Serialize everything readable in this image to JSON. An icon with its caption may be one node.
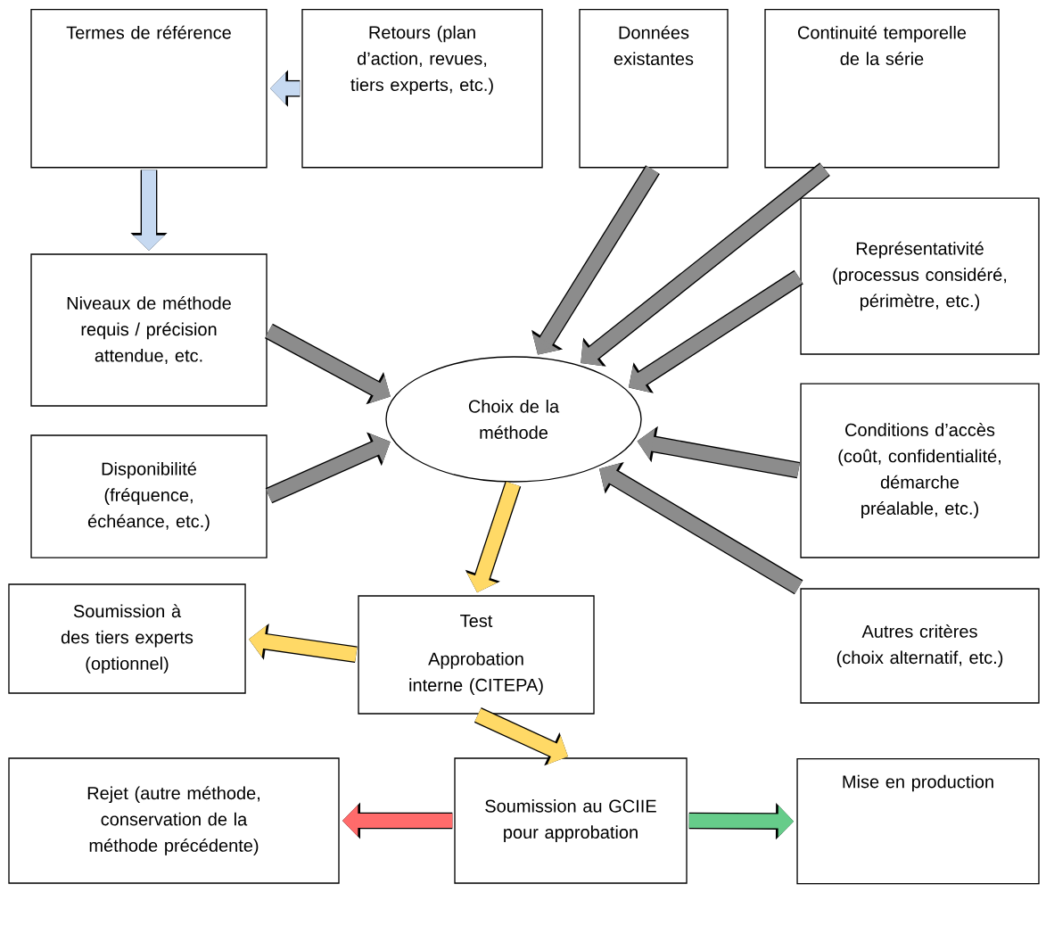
{
  "diagram": {
    "nodes": [
      {
        "text": [
          "Termes de référence"
        ]
      },
      {
        "text": [
          "Retours (plan d’action, revues, tiers experts, etc.)"
        ]
      },
      {
        "text": [
          "Données existantes"
        ]
      },
      {
        "text": [
          "Continuité temporelle de la série"
        ]
      },
      {
        "text": [
          "Niveaux de méthode requis / précision attendue, etc."
        ]
      },
      {
        "text": [
          "Représentativité (processus considéré, périmètre, etc.)"
        ]
      },
      {
        "text": [
          "Choix de la méthode"
        ]
      },
      {
        "text": [
          "Disponibilité (fréquence, échéance, etc.)"
        ]
      },
      {
        "text": [
          "Conditions d’accès (coût, confidentialité, démarche préalable, etc.)"
        ]
      },
      {
        "text": [
          "Soumission à des tiers experts (optionnel)"
        ]
      },
      {
        "text": [
          "Test",
          "Approbation interne (CITEPA)"
        ]
      },
      {
        "text": [
          "Autres critères (choix alternatif, etc.)"
        ]
      },
      {
        "text": [
          "Rejet (autre méthode, conservation de la méthode précédente)"
        ]
      },
      {
        "text": [
          "Soumission au GCIIE pour approbation"
        ]
      },
      {
        "text": [
          "Mise en production"
        ]
      }
    ],
    "edges": [
      {
        "from": 1,
        "to": 0,
        "arrow": "to",
        "color": "#c6d9f1"
      },
      {
        "from": 0,
        "to": 4,
        "arrow": "to",
        "color": "#c6d9f1"
      },
      {
        "from": 2,
        "to": 6,
        "arrow": "to"
      },
      {
        "from": 3,
        "to": 6,
        "arrow": "to"
      },
      {
        "from": 5,
        "to": 6,
        "arrow": "to"
      },
      {
        "from": 4,
        "to": 6,
        "arrow": "to"
      },
      {
        "from": 7,
        "to": 6,
        "arrow": "to"
      },
      {
        "from": 8,
        "to": 6,
        "arrow": "to"
      },
      {
        "from": 11,
        "to": 6,
        "arrow": "to"
      },
      {
        "from": 6,
        "to": 10,
        "arrow": "to",
        "color": "#ffd966"
      },
      {
        "from": 10,
        "to": 9,
        "arrow": "to",
        "color": "#ffd966"
      },
      {
        "from": 10,
        "to": 13,
        "arrow": "to",
        "color": "#ffd966"
      },
      {
        "from": 13,
        "to": 12,
        "arrow": "to",
        "color": "#ff6b6b"
      },
      {
        "from": 13,
        "to": 14,
        "arrow": "to",
        "color": "#66cc8a"
      }
    ]
  }
}
